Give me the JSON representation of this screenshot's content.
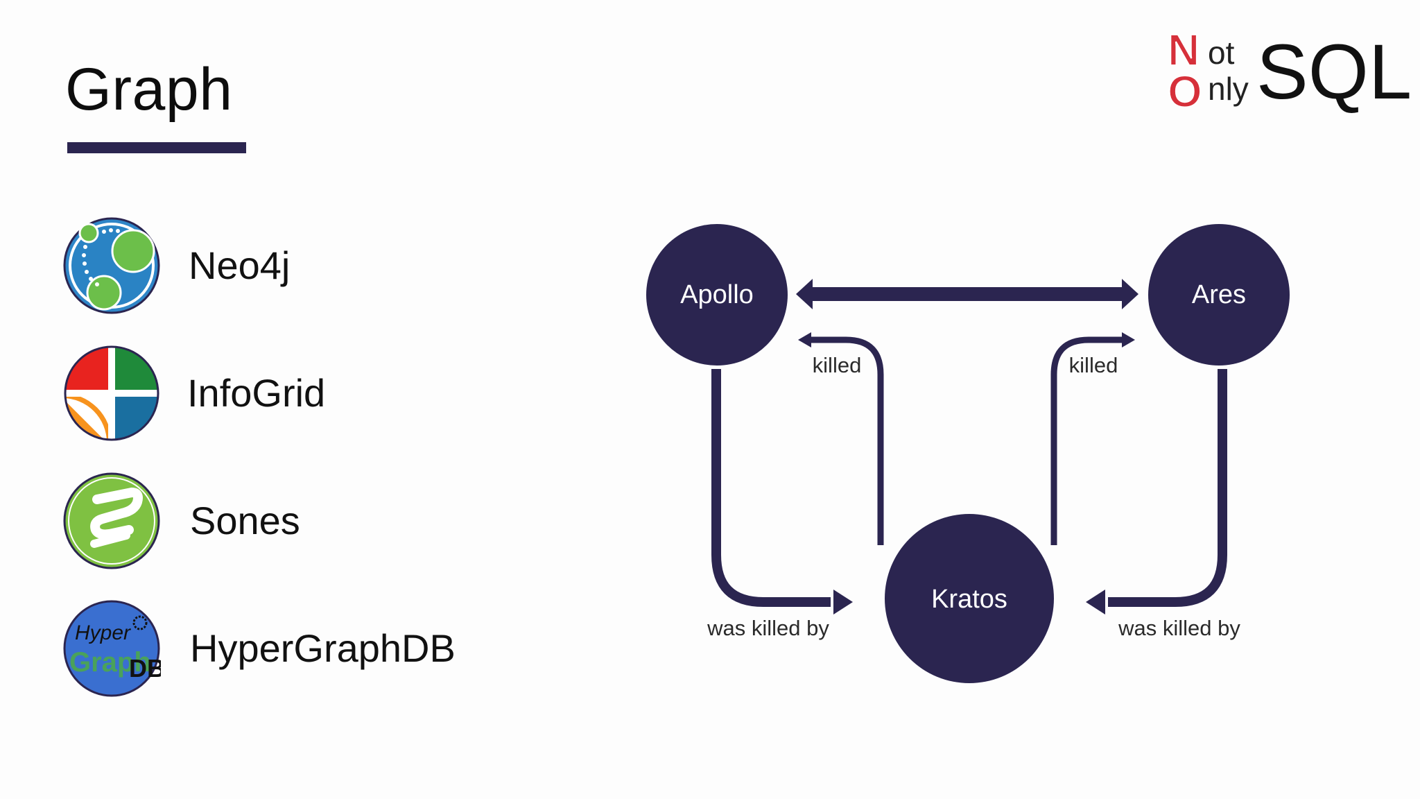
{
  "slide": {
    "title": "Graph"
  },
  "databases": [
    {
      "label": "Neo4j",
      "icon": "neo4j-logo-icon"
    },
    {
      "label": "InfoGrid",
      "icon": "infogrid-logo-icon"
    },
    {
      "label": "Sones",
      "icon": "sones-logo-icon"
    },
    {
      "label": "HyperGraphDB",
      "icon": "hypergraphdb-logo-icon"
    }
  ],
  "brand": {
    "n": "N",
    "o": "O",
    "ot": "ot",
    "nly": "nly",
    "sql": "SQL",
    "accent": "#d6303a"
  },
  "graph": {
    "node_color": "#2b2550",
    "edge_color": "#2b2550",
    "nodes": {
      "apollo": "Apollo",
      "ares": "Ares",
      "kratos": "Kratos"
    },
    "edges": {
      "killed_left": "killed",
      "killed_right": "killed",
      "was_killed_by_left": "was killed by",
      "was_killed_by_right": "was killed by"
    }
  }
}
